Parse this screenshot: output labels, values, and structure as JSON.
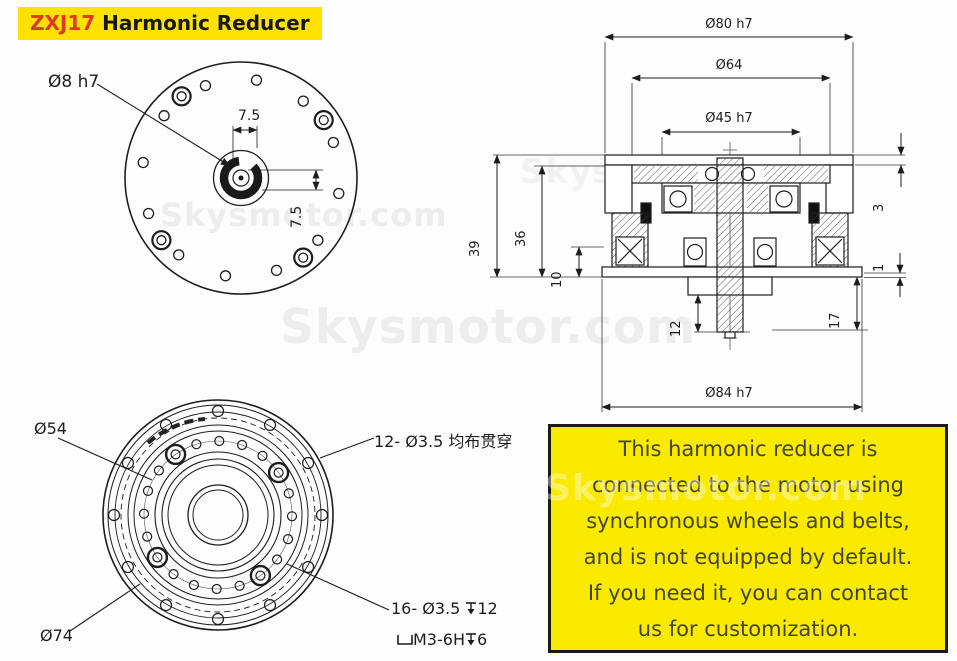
{
  "banner": {
    "model": "ZXJ17",
    "title": " Harmonic Reducer"
  },
  "watermark": {
    "text": "Skysmotor.com"
  },
  "top_view": {
    "bore_label": "Ø8 h7",
    "dim_horizontal": "7.5",
    "dim_vertical": "7.5"
  },
  "section_view": {
    "d80": "Ø80 h7",
    "d64": "Ø64",
    "d45": "Ø45 h7",
    "d84": "Ø84 h7",
    "v39": "39",
    "v36": "36",
    "v10": "10",
    "v12": "12",
    "v17": "17",
    "v3": "3",
    "v1": "1"
  },
  "bottom_view": {
    "d54": "Ø54",
    "d74": "Ø74",
    "callout_through": "12- Ø3.5 均布贯穿",
    "callout_blind_prefix": "16- Ø3.5 ",
    "callout_blind_depth": "12",
    "callout_thread": "M3-6H",
    "callout_thread_depth": "6"
  },
  "note_box": {
    "lines": [
      "This harmonic reducer is",
      "connected to the motor using",
      "synchronous wheels and belts,",
      "and is not equipped by default.",
      "If you need it, you can contact",
      "us for customization."
    ]
  },
  "colors": {
    "banner_yellow": "#FFE103",
    "note_yellow": "#FAEA00",
    "model_red": "#E0391F",
    "note_text": "#45452F",
    "line_color": "#1D1D1D"
  }
}
